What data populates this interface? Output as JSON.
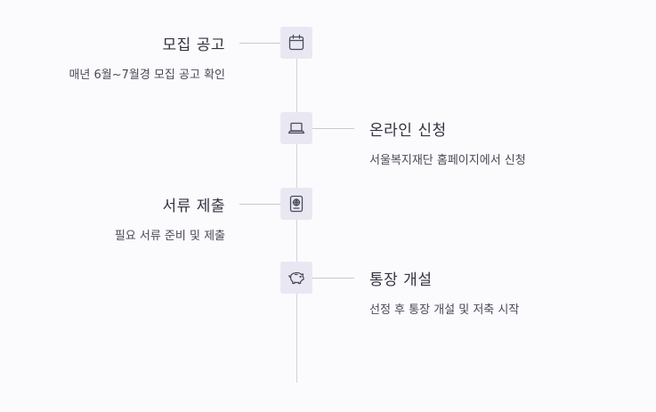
{
  "steps": [
    {
      "title": "모집 공고",
      "description": "매년 6월~7월경 모집 공고 확인",
      "icon": "calendar-icon",
      "side": "left"
    },
    {
      "title": "온라인 신청",
      "description": "서울복지재단 홈페이지에서 신청",
      "icon": "laptop-icon",
      "side": "right"
    },
    {
      "title": "서류 제출",
      "description": "필요 서류 준비 및 제출",
      "icon": "passport-icon",
      "side": "left"
    },
    {
      "title": "통장 개설",
      "description": "선정 후 통장 개설 및 저축 시작",
      "icon": "piggy-bank-icon",
      "side": "right"
    }
  ],
  "colors": {
    "background": "#fbfafd",
    "icon_background": "#e9e8f2",
    "line": "#d3d3dc",
    "text": "#33333f"
  }
}
